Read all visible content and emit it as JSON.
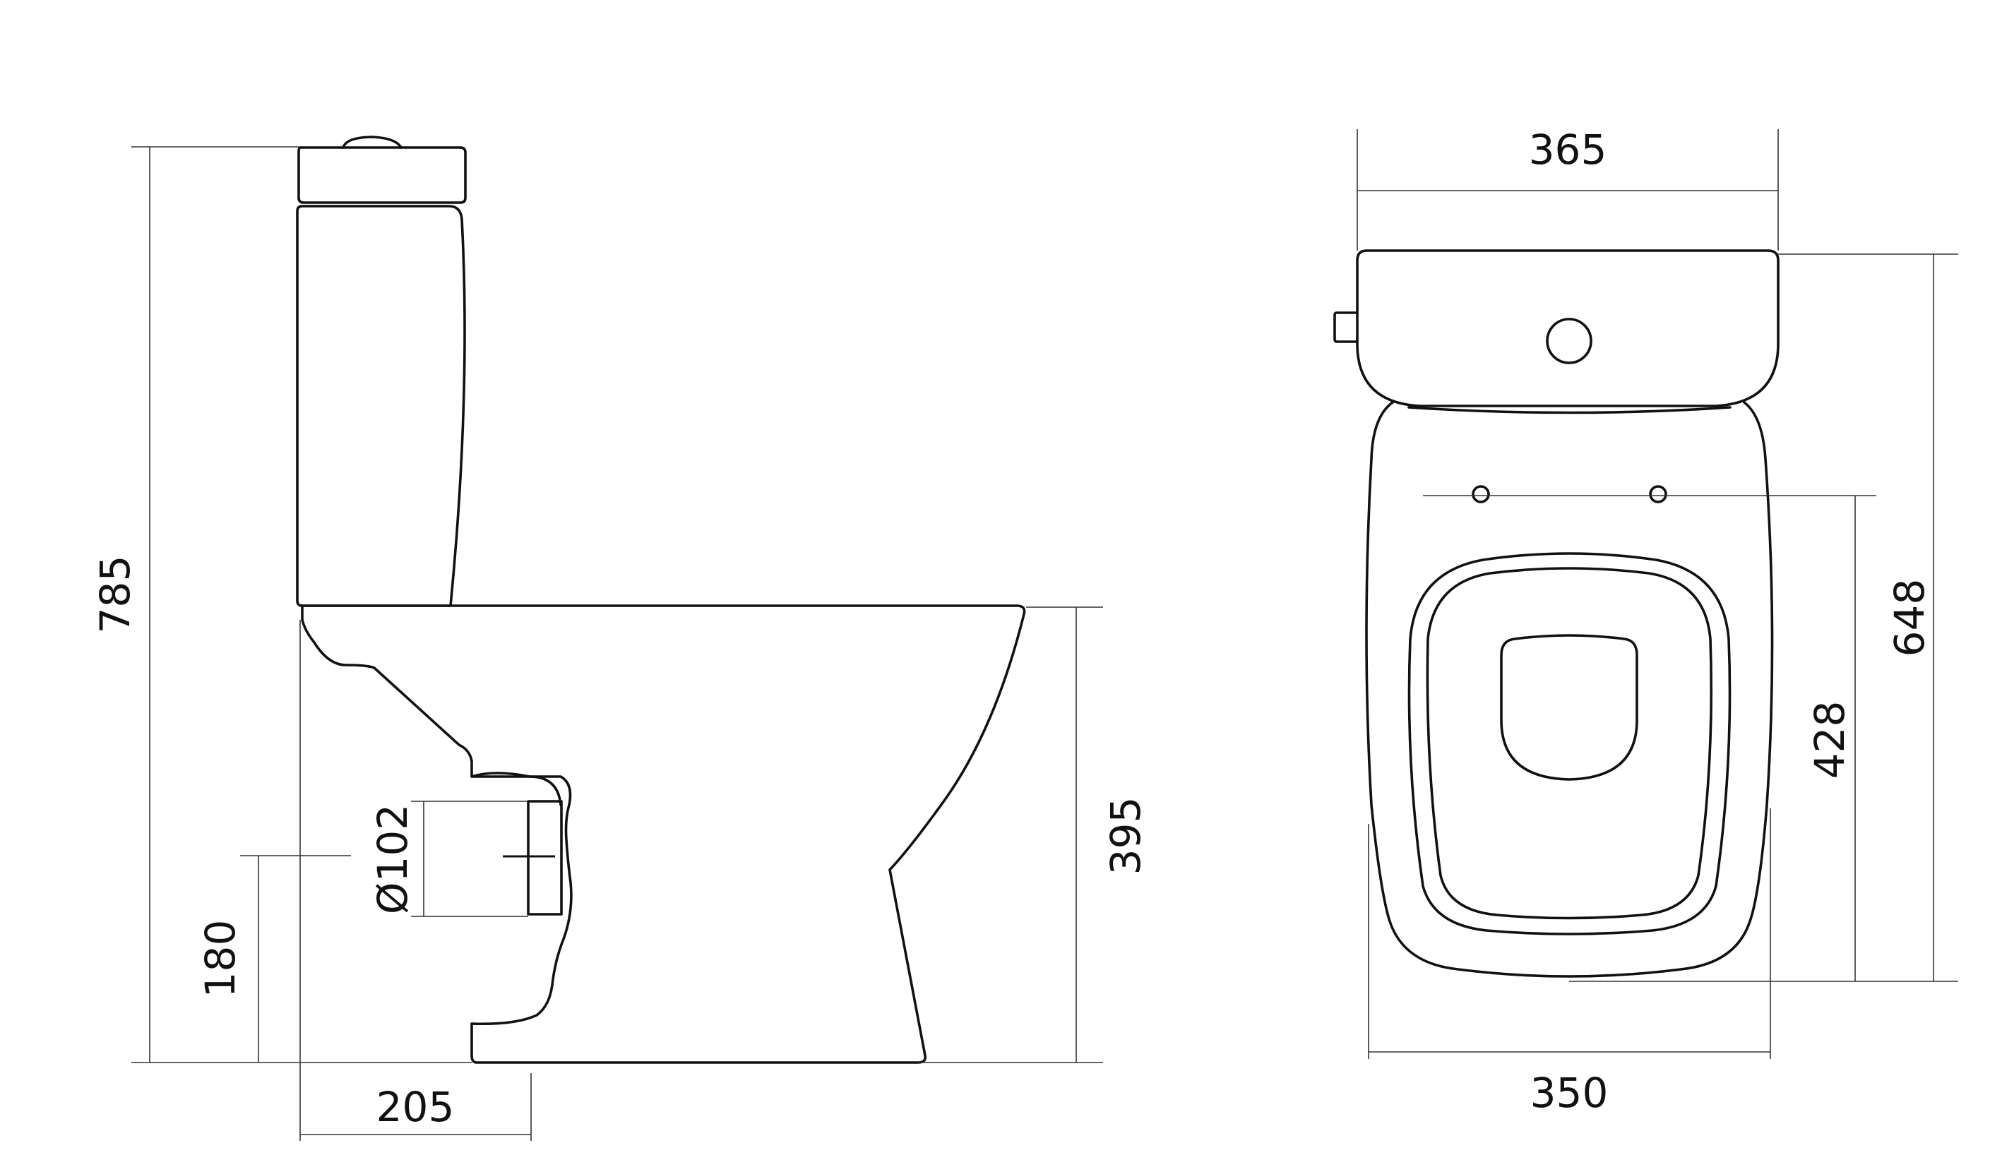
{
  "drawing": {
    "side_view": {
      "dimensions": {
        "total_height": "785",
        "bowl_height": "395",
        "outlet_height": "180",
        "outlet_diameter": "Ø102",
        "outlet_offset": "205"
      }
    },
    "top_view": {
      "dimensions": {
        "tank_width": "365",
        "bowl_width": "350",
        "total_depth": "648",
        "fixing_to_front": "428"
      }
    }
  }
}
